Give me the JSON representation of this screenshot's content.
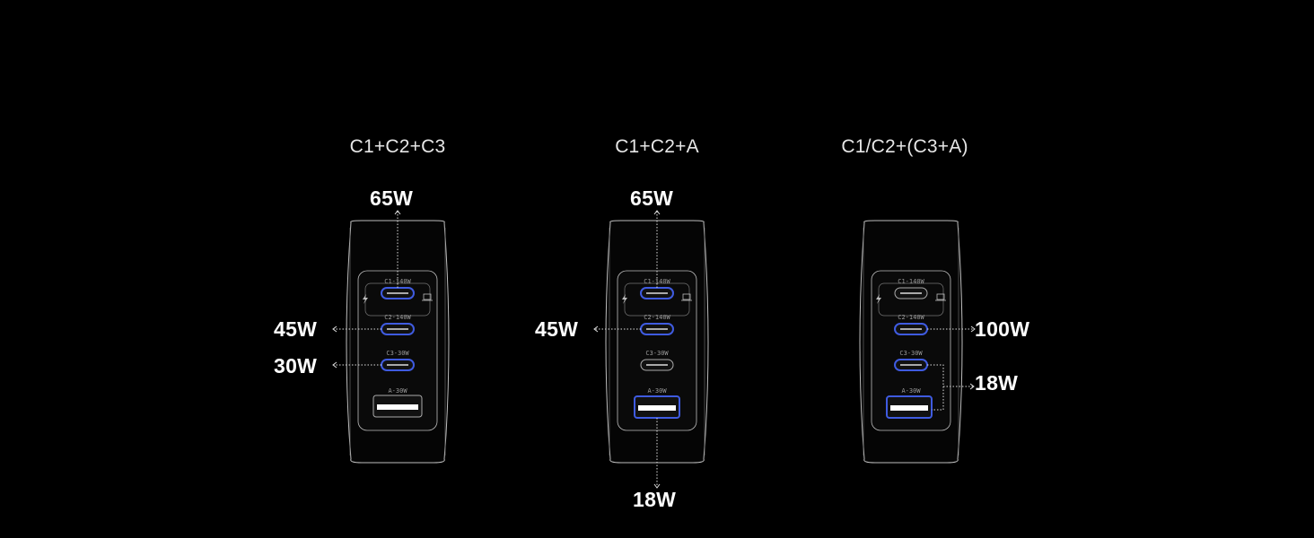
{
  "colors": {
    "background": "#000000",
    "outline": "#bdbdbd",
    "active_port": "#3f5be0",
    "text": "#ffffff"
  },
  "chargers": [
    {
      "title": "C1+C2+C3",
      "ports": {
        "c1": {
          "label": "C1-140W",
          "active": true
        },
        "c2": {
          "label": "C2-140W",
          "active": true
        },
        "c3": {
          "label": "C3-30W",
          "active": true
        },
        "a": {
          "label": "A-30W",
          "active": false
        }
      },
      "outputs": {
        "c1": "65W",
        "c2": "45W",
        "c3": "30W"
      },
      "icons": [
        "bolt-icon",
        "laptop-icon"
      ]
    },
    {
      "title": "C1+C2+A",
      "ports": {
        "c1": {
          "label": "C1-140W",
          "active": true
        },
        "c2": {
          "label": "C2-140W",
          "active": true
        },
        "c3": {
          "label": "C3-30W",
          "active": false
        },
        "a": {
          "label": "A-30W",
          "active": true
        }
      },
      "outputs": {
        "c1": "65W",
        "c2": "45W",
        "a": "18W"
      },
      "icons": [
        "bolt-icon",
        "laptop-icon"
      ]
    },
    {
      "title": "C1/C2+(C3+A)",
      "ports": {
        "c1": {
          "label": "C1-140W",
          "active": false
        },
        "c2": {
          "label": "C2-140W",
          "active": true
        },
        "c3": {
          "label": "C3-30W",
          "active": true
        },
        "a": {
          "label": "A-30W",
          "active": true
        }
      },
      "outputs": {
        "c2": "100W",
        "c3_a": "18W"
      },
      "icons": [
        "bolt-icon",
        "laptop-icon"
      ]
    }
  ]
}
